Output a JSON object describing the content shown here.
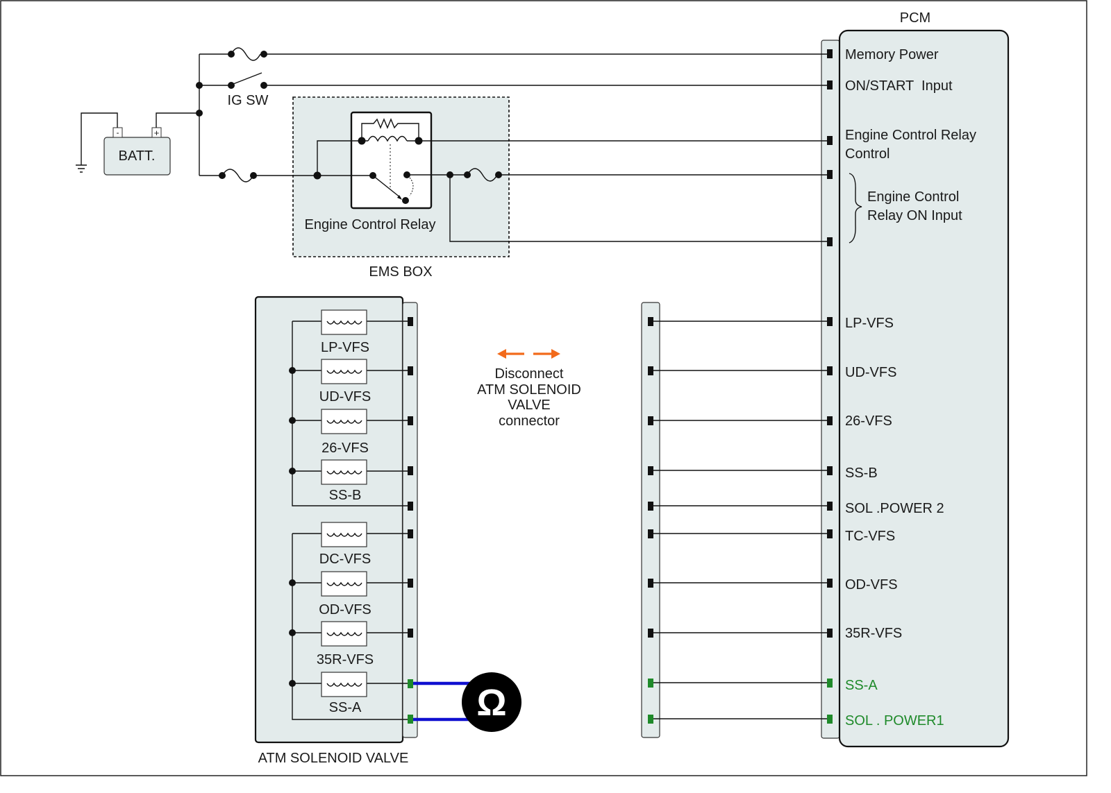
{
  "labels": {
    "pcm": "PCM",
    "batt": "BATT.",
    "batt_minus": "-",
    "batt_plus": "+",
    "ig_sw": "IG SW",
    "engine_control_relay": "Engine Control Relay",
    "ems_box": "EMS BOX",
    "atm_solenoid_valve": "ATM SOLENOID VALVE",
    "ohmmeter_symbol": "Ω"
  },
  "note": {
    "lines": [
      "Disconnect",
      "ATM SOLENOID",
      "VALVE",
      "connector"
    ]
  },
  "pcm_terminals": [
    {
      "label": "Memory Power"
    },
    {
      "label": "ON/START  Input"
    },
    {
      "label_line1": "Engine Control Relay",
      "label_line2": "Control"
    },
    {
      "label_line1": "Engine Control",
      "label_line2": "Relay ON Input"
    },
    {
      "label": "LP-VFS"
    },
    {
      "label": "UD-VFS"
    },
    {
      "label": "26-VFS"
    },
    {
      "label": "SS-B"
    },
    {
      "label": "SOL .POWER 2"
    },
    {
      "label": "TC-VFS"
    },
    {
      "label": "OD-VFS"
    },
    {
      "label": "35R-VFS"
    },
    {
      "label": "SS-A",
      "highlighted": true
    },
    {
      "label": "SOL . POWER1",
      "highlighted": true
    }
  ],
  "solenoids": [
    "LP-VFS",
    "UD-VFS",
    "26-VFS",
    "SS-B",
    "DC-VFS",
    "OD-VFS",
    "35R-VFS",
    "SS-A"
  ],
  "colors": {
    "box_fill": "#e3ebeb",
    "measured_pin": "#1f8a2a",
    "meter_lead": "#1010d0",
    "arrow": "#f26a1b",
    "meter": "#000000"
  }
}
